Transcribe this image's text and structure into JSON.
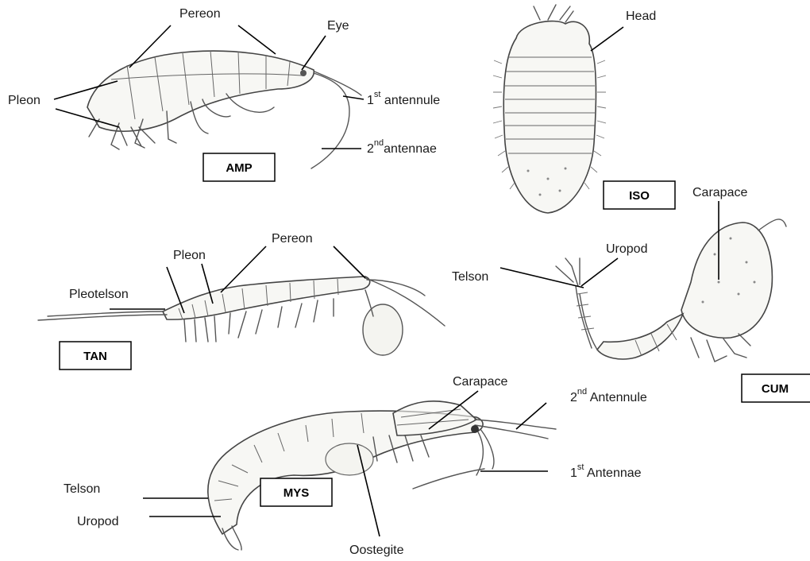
{
  "diagram": {
    "animals": {
      "amp": {
        "tag": "AMP",
        "labels": {
          "pereon": "Pereon",
          "eye": "Eye",
          "pleon": "Pleon",
          "antennule_ord": "1",
          "antennule_sup": "st",
          "antennule_text": " antennule",
          "antennae_ord": "2",
          "antennae_sup": "nd",
          "antennae_text": "antennae"
        }
      },
      "iso": {
        "tag": "ISO",
        "labels": {
          "head": "Head"
        }
      },
      "tan": {
        "tag": "TAN",
        "labels": {
          "pereon": "Pereon",
          "pleon": "Pleon",
          "pleotelson": "Pleotelson"
        }
      },
      "cum": {
        "tag": "CUM",
        "labels": {
          "carapace": "Carapace",
          "uropod": "Uropod",
          "telson": "Telson"
        }
      },
      "mys": {
        "tag": "MYS",
        "labels": {
          "carapace": "Carapace",
          "antennule_ord": "2",
          "antennule_sup": "nd",
          "antennule_text": " Antennule",
          "antennae_ord": "1",
          "antennae_sup": "st",
          "antennae_text": " Antennae",
          "telson": "Telson",
          "uropod": "Uropod",
          "oostegite": "Oostegite"
        }
      }
    }
  }
}
